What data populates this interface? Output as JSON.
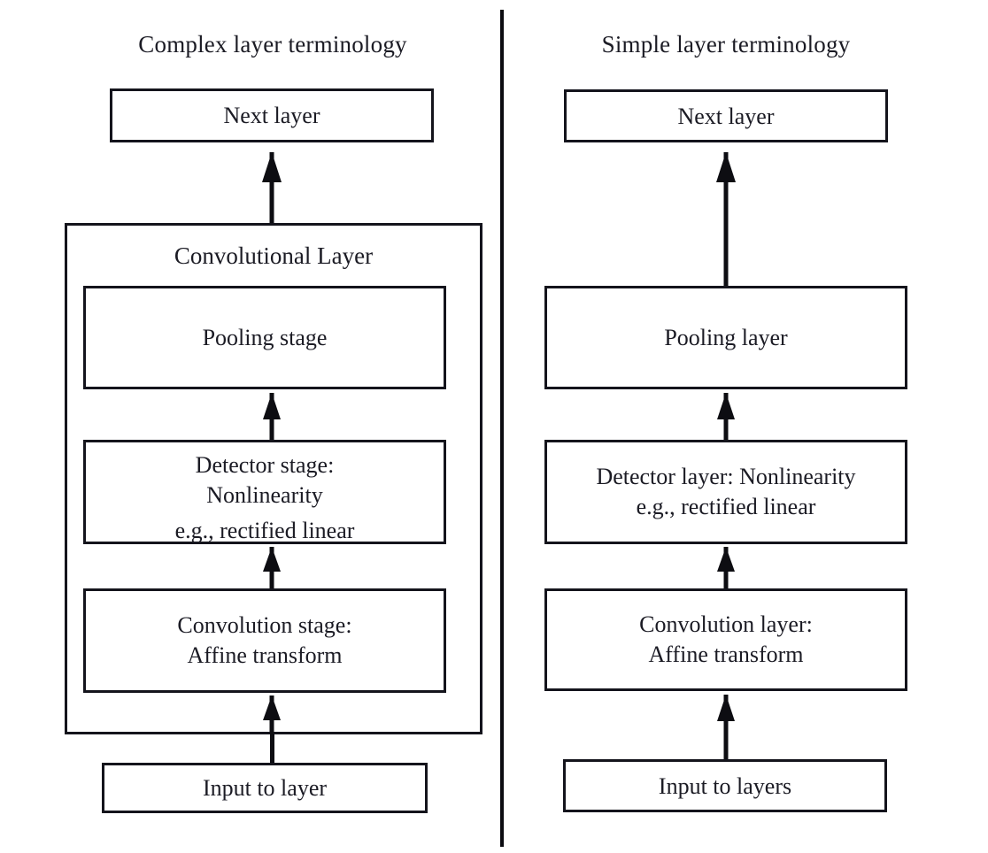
{
  "figure": {
    "background": "#ffffff",
    "ink": "#14141c",
    "divider_color": "#0b0b10"
  },
  "columns": [
    {
      "id": "complex",
      "title": "Complex layer terminology",
      "group": {
        "label": "Convolutional Layer"
      },
      "boxes": [
        {
          "id": "next-layer",
          "lines": [
            "Next layer"
          ]
        },
        {
          "id": "pooling-stage",
          "lines": [
            "Pooling stage"
          ]
        },
        {
          "id": "detector-stage",
          "lines": [
            "Detector stage:",
            "Nonlinearity",
            "e.g., rectified linear"
          ]
        },
        {
          "id": "convolution-stage",
          "lines": [
            "Convolution stage:",
            "Affine transform"
          ]
        },
        {
          "id": "input",
          "lines": [
            "Input to layer"
          ]
        }
      ]
    },
    {
      "id": "simple",
      "title": "Simple layer terminology",
      "boxes": [
        {
          "id": "next-layer",
          "lines": [
            "Next layer"
          ]
        },
        {
          "id": "pooling-layer",
          "lines": [
            "Pooling layer"
          ]
        },
        {
          "id": "detector-layer",
          "lines": [
            "Detector layer: Nonlinearity",
            "e.g., rectified linear"
          ]
        },
        {
          "id": "convolution-layer",
          "lines": [
            "Convolution layer:",
            "Affine transform"
          ]
        },
        {
          "id": "input",
          "lines": [
            "Input to layers"
          ]
        }
      ]
    }
  ],
  "flow": {
    "arrow_icon": "up-arrow-icon",
    "connector_icon": "vertical-connector-icon",
    "divider_icon": "vertical-divider-icon"
  }
}
